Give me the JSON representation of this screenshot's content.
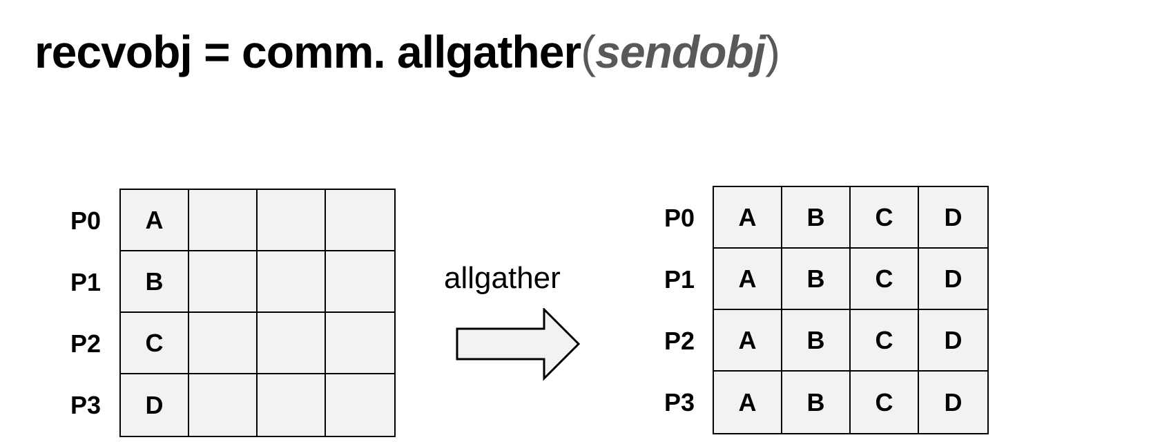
{
  "title": {
    "lhs": "recvobj = comm. allgather",
    "open_paren": "(",
    "arg": "sendobj",
    "close_paren": ")"
  },
  "operation_label": "allgather",
  "arrow_icon": "right-arrow-icon",
  "before": {
    "rows": [
      "P0",
      "P1",
      "P2",
      "P3"
    ],
    "cells": [
      [
        "A",
        "",
        "",
        ""
      ],
      [
        "B",
        "",
        "",
        ""
      ],
      [
        "C",
        "",
        "",
        ""
      ],
      [
        "D",
        "",
        "",
        ""
      ]
    ]
  },
  "after": {
    "rows": [
      "P0",
      "P1",
      "P2",
      "P3"
    ],
    "cells": [
      [
        "A",
        "B",
        "C",
        "D"
      ],
      [
        "A",
        "B",
        "C",
        "D"
      ],
      [
        "A",
        "B",
        "C",
        "D"
      ],
      [
        "A",
        "B",
        "C",
        "D"
      ]
    ]
  },
  "colors": {
    "cell_fill": "#f2f2f2",
    "paren": "#595959",
    "border": "#000000"
  }
}
